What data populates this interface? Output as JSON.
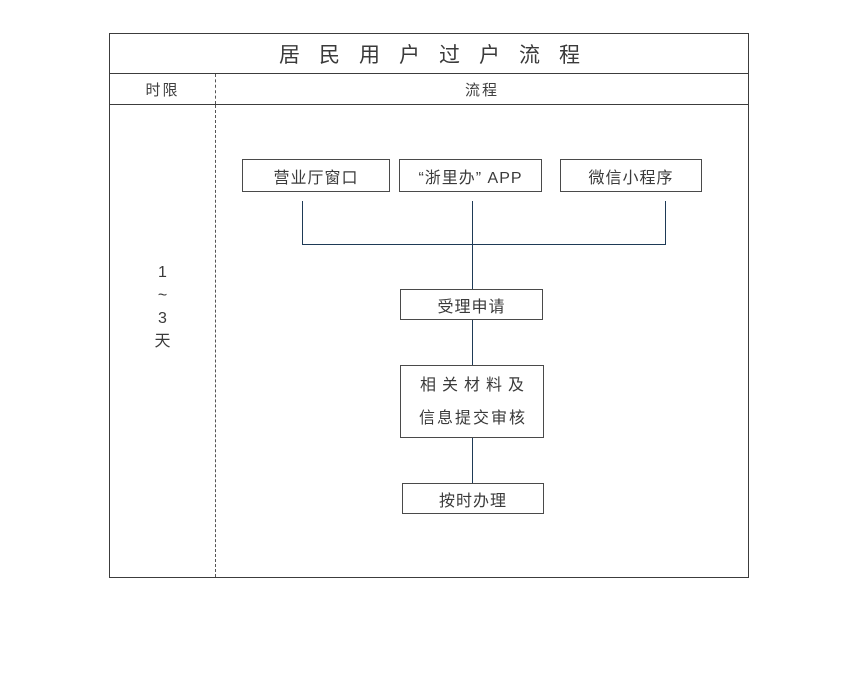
{
  "diagram": {
    "title": "居民用户过户流程",
    "columns": {
      "time": "时限",
      "flow": "流程"
    },
    "time_limit": [
      "1",
      "~",
      "3",
      "天"
    ],
    "channels": [
      "营业厅窗口",
      "“浙里办” APP",
      "微信小程序"
    ],
    "steps": {
      "accept": "受理申请",
      "review_line1": "相关材料及",
      "review_line2": "信息提交审核",
      "handle": "按时办理"
    }
  },
  "colors": {
    "connector": "#1e3a56",
    "box_border": "#4a4a4a",
    "frame_border": "#3c3c3c",
    "dash": "#555555",
    "text": "#3a3a3a",
    "background": "#ffffff"
  }
}
